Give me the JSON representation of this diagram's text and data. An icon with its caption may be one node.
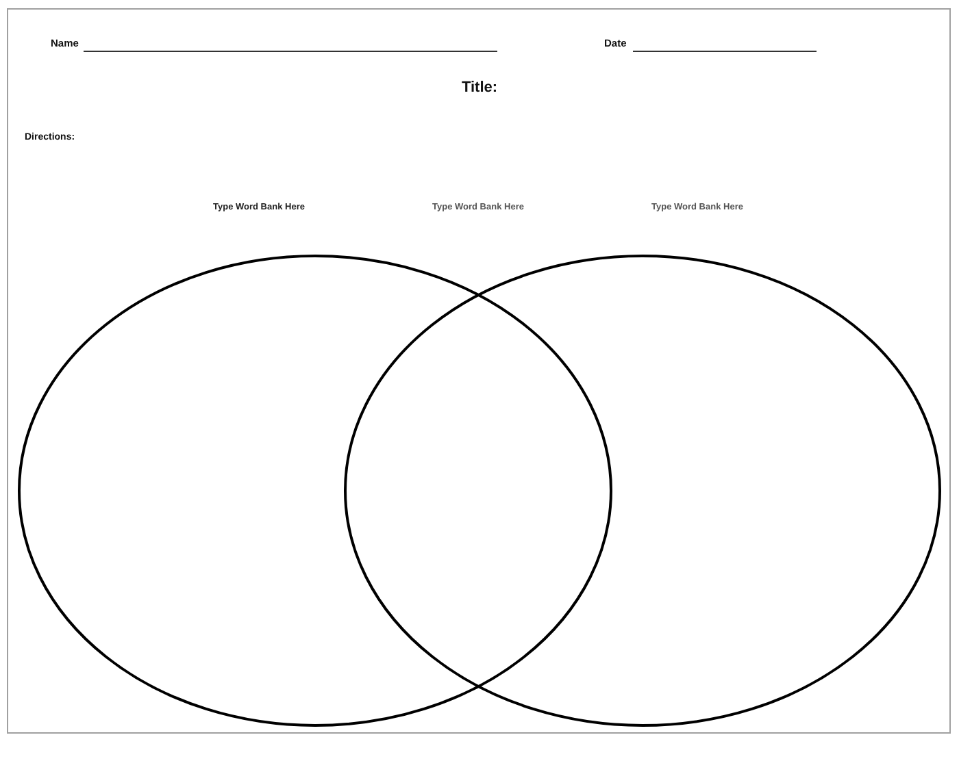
{
  "diagram": {
    "nodes": [
      {
        "text": [],
        "shape": "circle"
      },
      {
        "text": [],
        "shape": "circle"
      }
    ],
    "edges": [],
    "labels": [
      "Name",
      "Date",
      "Title:",
      "Directions:",
      "Type Word Bank Here",
      "Type Word Bank Here",
      "Type Word Bank Here"
    ]
  }
}
